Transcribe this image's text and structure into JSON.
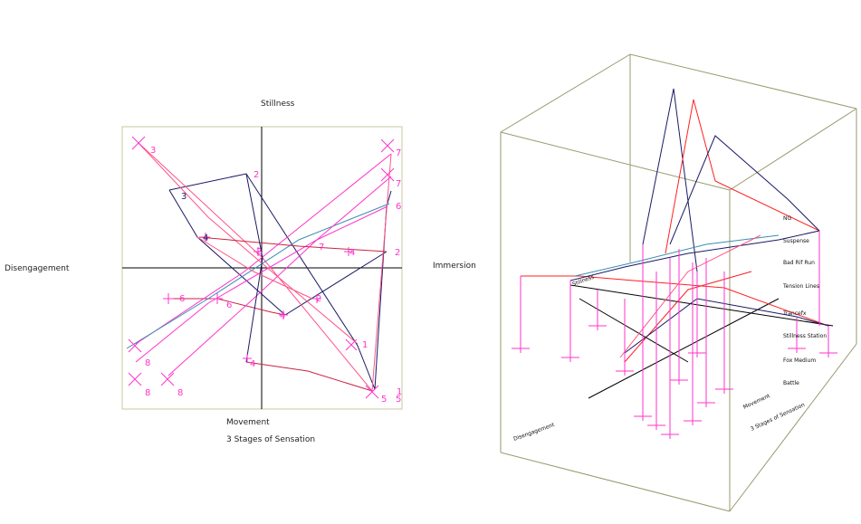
{
  "left_plot": {
    "top_label": "Stillness",
    "bottom_label": "Movement",
    "left_label": "Disengagement",
    "right_label": "Immersion",
    "caption": "3 Stages of Sensation",
    "marker_numbers": [
      "3",
      "3",
      "2",
      "7",
      "7",
      "6",
      "2",
      "4",
      "7",
      "4",
      "6",
      "2",
      "4",
      "1",
      "1",
      "5",
      "5",
      "8",
      "8",
      "4",
      "8",
      "6",
      "2"
    ]
  },
  "right_plot": {
    "axis_labels": [
      "Disengagement",
      "Movement",
      "3 Stages of Sensation",
      "Stillness"
    ],
    "row_labels": [
      "NG",
      "Suspense",
      "Bad Rif Run",
      "Tension Lines",
      "Trancefx",
      "Stillness Station",
      "Fox Medium",
      "Battle"
    ]
  },
  "colors": {
    "magenta": "#ff33cc",
    "pink": "#ff5588",
    "red": "#ff2020",
    "navy": "#1a1a66",
    "teal": "#3a8fb0",
    "frame": "#9a9a70",
    "axis": "#000000"
  }
}
